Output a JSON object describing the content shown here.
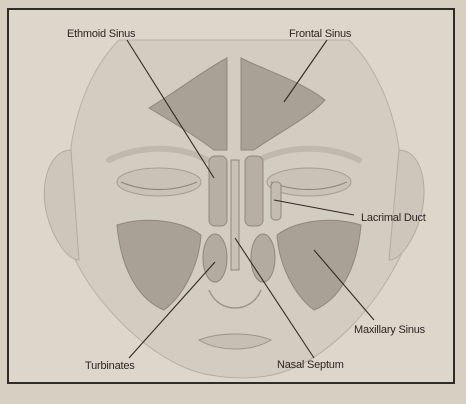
{
  "diagram": {
    "labels": {
      "ethmoid_sinus": "Ethmoid Sinus",
      "frontal_sinus": "Frontal Sinus",
      "lacrimal_duct": "Lacrimal Duct",
      "maxillary_sinus": "Maxillary Sinus",
      "nasal_septum": "Nasal Septum",
      "turbinates": "Turbinates"
    },
    "colors": {
      "background": "#ddd7cb",
      "skin": "#cfc8bc",
      "sinus": "#a9a196",
      "line": "#2f2b26"
    }
  }
}
